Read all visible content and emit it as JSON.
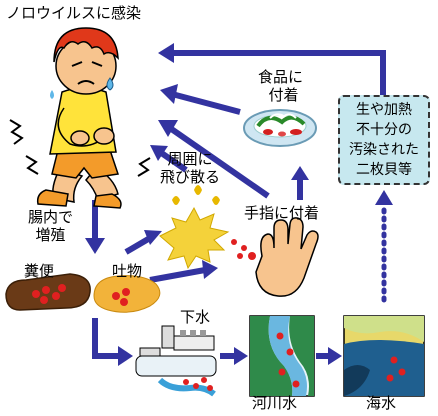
{
  "title": "ノロウイルスに感染",
  "labels": {
    "food_line1": "食品に",
    "food_line2": "付着",
    "scatter_line1": "周囲に",
    "scatter_line2": "飛び散る",
    "finger": "手指に付着",
    "intestine_line1": "腸内で",
    "intestine_line2": "増殖",
    "feces": "糞便",
    "vomit": "吐物",
    "sewage": "下水",
    "river": "河川水",
    "sea": "海水"
  },
  "shellfish_box": {
    "lines": [
      "生や加熱",
      "不十分の",
      "汚染された",
      "二枚貝等"
    ]
  },
  "colors": {
    "arrow": "#3333a0",
    "virus": "#e02020",
    "shellfish_box": "#c7e8ef",
    "skin": "#f7c48e",
    "shirt": "#ffe33a"
  }
}
